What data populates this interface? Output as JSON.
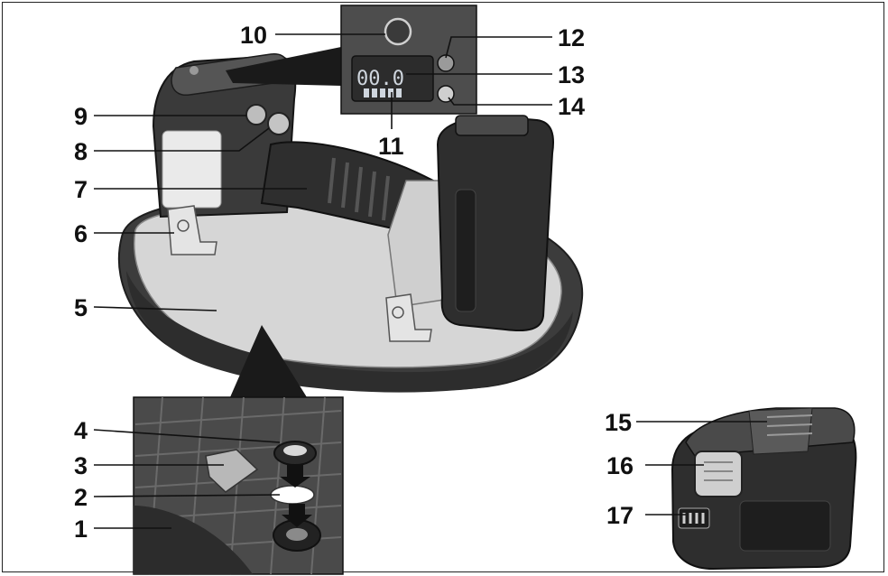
{
  "callouts": {
    "n1": "1",
    "n2": "2",
    "n3": "3",
    "n4": "4",
    "n5": "5",
    "n6": "6",
    "n7": "7",
    "n8": "8",
    "n9": "9",
    "n10": "10",
    "n11": "11",
    "n12": "12",
    "n13": "13",
    "n14": "14",
    "n15": "15",
    "n16": "16",
    "n17": "17"
  },
  "display": {
    "readout": "00.0"
  },
  "colors": {
    "housing": "#3a3a3a",
    "base": "#4a4a4a",
    "plate": "#d8d8d8",
    "battery": "#2e2e2e",
    "accent": "#cfd6de"
  }
}
